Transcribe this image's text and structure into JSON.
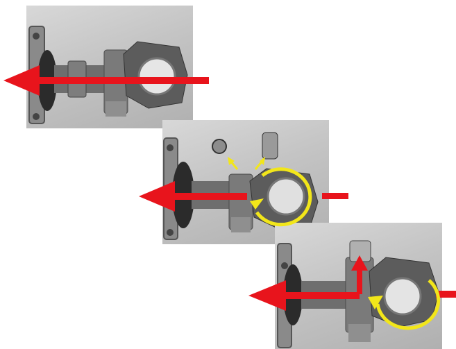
{
  "steps": [
    {
      "step": 1,
      "arrows": [
        "red-straight"
      ]
    },
    {
      "step": 2,
      "arrows": [
        "red-straight",
        "yellow-rotate",
        "yellow-remove-caps"
      ]
    },
    {
      "step": 3,
      "arrows": [
        "red-straight",
        "red-up",
        "yellow-rotate"
      ]
    }
  ],
  "colors": {
    "red_arrow": "#e8141c",
    "yellow_arrow": "#f2e61a",
    "metal_dark": "#2b2b2b",
    "metal_mid": "#6e6e6e",
    "metal_light": "#9a9a9a"
  }
}
